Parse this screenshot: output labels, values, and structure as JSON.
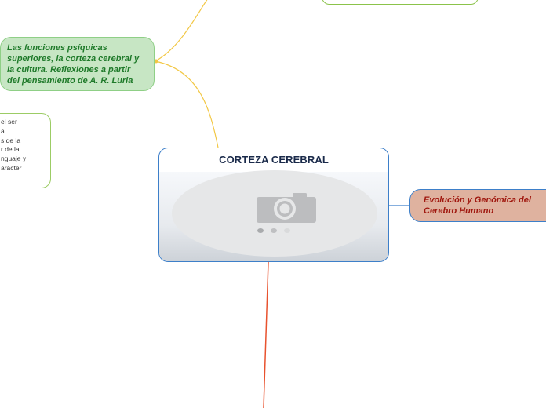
{
  "central_topic": {
    "title": "CORTEZA CEREBRAL",
    "image": {
      "icon": "camera-icon",
      "carousel_dots": 3,
      "active_dot": 0
    }
  },
  "nodes": {
    "luria": {
      "lines": [
        "Las funciones psíquicas",
        "superiores, la corteza cerebral y",
        "la cultura. Reflexiones a partir",
        "del pensamiento de A. R. Luria"
      ]
    },
    "evolucion": {
      "lines": [
        "Evolución y Genómica del",
        "Cerebro Humano"
      ]
    },
    "partial_left": {
      "lines": [
        "el ser",
        "a",
        "s de la",
        "r de la",
        "nguaje y",
        "arácter"
      ]
    }
  },
  "colors": {
    "connector_top": "#f2c744",
    "connector_bottom": "#e8522e",
    "connector_right": "#3d7fc9",
    "luria_fill": "#c7e6c4",
    "luria_text": "#1f7a2a",
    "evolucion_fill": "#dfb29f",
    "evolucion_text": "#a0180f",
    "central_border": "#3d7fc9"
  }
}
